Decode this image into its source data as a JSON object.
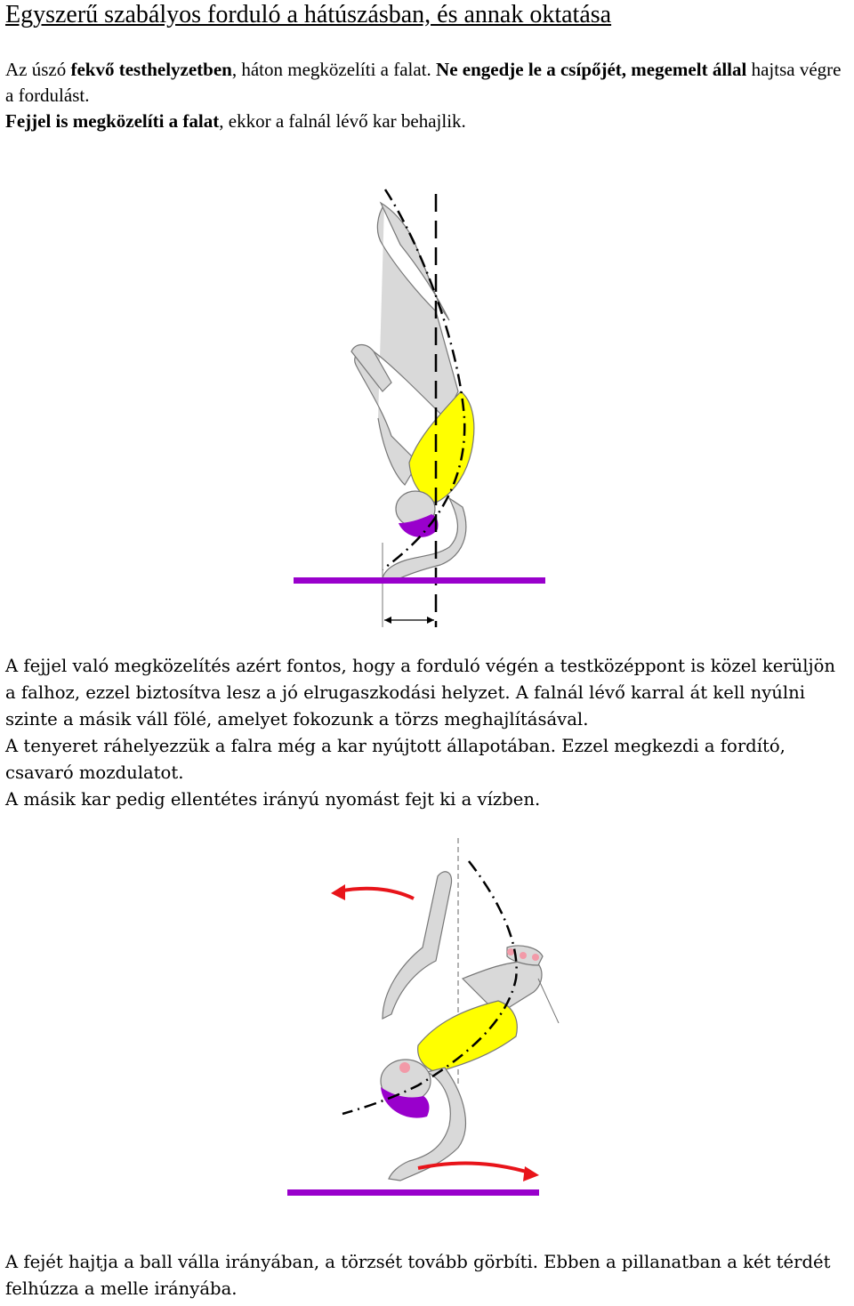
{
  "title": "Egyszerű szabályos forduló a hátúszásban, és annak oktatása",
  "intro": {
    "p1_a": "Az úszó ",
    "p1_b": "fekvő testhelyzetben",
    "p1_c": ", háton megközelíti a falat. ",
    "p1_d": "Ne engedje le a csípőjét, megemelt állal",
    "p1_e": " hajtsa végre a fordulást.",
    "p2_a": "Fejjel is megközelíti a falat",
    "p2_b": ", ekkor a falnál lévő kar behajlik."
  },
  "middle_text": [
    "A fejjel való megközelítés azért fontos, hogy a forduló végén a testközéppont is közel kerüljön a falhoz, ezzel biztosítva lesz a jó elrugaszkodási helyzet. A falnál lévő karral át kell nyúlni szinte a másik váll fölé, amelyet fokozunk a törzs meghajlításával.",
    "A tenyeret ráhelyezzük a falra még a kar nyújtott állapotában. Ezzel megkezdi a fordító, csavaró mozdulatot.",
    "A másik kar pedig ellentétes irányú nyomást fejt ki a vízben."
  ],
  "bottom_text": "A fejét hajtja a ball válla irányában, a törzsét tovább görbíti. Ebben a pillanatban a két térdét felhúzza a melle irányába.",
  "colors": {
    "swimsuit": "#ffff00",
    "cap": "#9900cc",
    "wall": "#9900cc",
    "skin": "#d9d9d9",
    "arrow": "#e8141a"
  }
}
